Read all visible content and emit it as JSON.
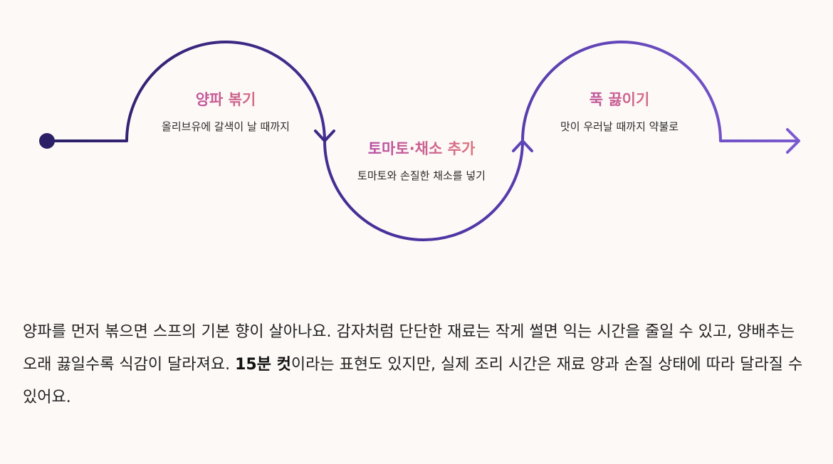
{
  "colors": {
    "background": "#fdf9f7",
    "path_start": "#2b1f66",
    "path_end": "#7b5ad0",
    "title_gradient_start": "#b44aa6",
    "title_gradient_end": "#e0787c"
  },
  "steps": [
    {
      "title": "양파 볶기",
      "desc": "올리브유에 갈색이 날 때까지"
    },
    {
      "title": "토마토·채소 추가",
      "desc": "토마토와 손질한 채소를 넣기"
    },
    {
      "title": "푹 끓이기",
      "desc": "맛이 우러날 때까지 약불로"
    }
  ],
  "paragraph": {
    "part1": "양파를 먼저 볶으면 스프의 기본 향이 살아나요. 감자처럼 단단한 재료는 작게 썰면 익는 시간을 줄일 수 있고, 양배추는 오래 끓일수록 식감이 달라져요. ",
    "emphasis": "15분 컷",
    "part2": "이라는 표현도 있지만, 실제 조리 시간은 재료 양과 손질 상태에 따라 달라질 수 있어요."
  }
}
